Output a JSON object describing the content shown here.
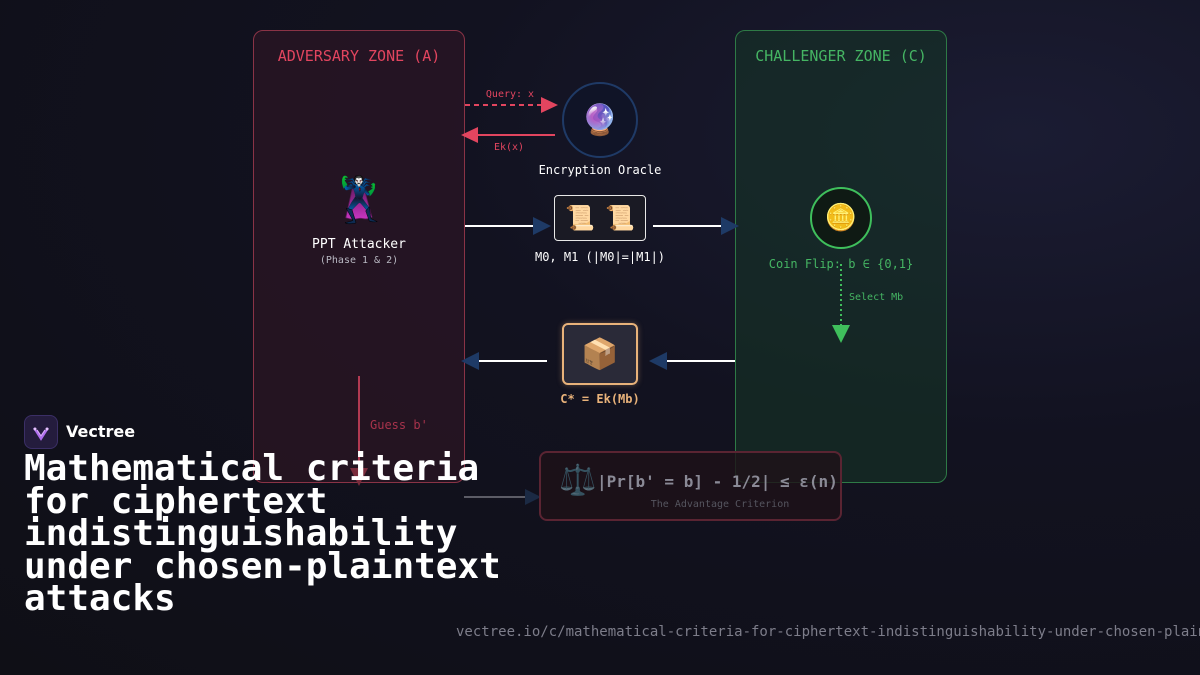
{
  "zones": {
    "adversary_title": "ADVERSARY ZONE (A)",
    "challenger_title": "CHALLENGER ZONE (C)"
  },
  "attacker": {
    "icon": "supervillain-icon",
    "icon_glyph": "🦹",
    "label": "PPT Attacker",
    "sublabel": "(Phase 1 & 2)"
  },
  "oracle": {
    "icon": "crystal-ball-icon",
    "icon_glyph": "🔮",
    "label": "Encryption Oracle",
    "query_label": "Query: x",
    "response_label": "Ek(x)"
  },
  "messages": {
    "icon": "scroll-icon",
    "icon_glyph": "📜",
    "label": "M0, M1 (|M0|=|M1|)"
  },
  "coin": {
    "icon": "coin-icon",
    "icon_glyph": "🪙",
    "label": "Coin Flip: b ∈ {0,1}",
    "select_label": "Select Mb"
  },
  "ciphertext": {
    "icon": "package-icon",
    "icon_glyph": "📦",
    "label": "C* = Ek(Mb)"
  },
  "guess": {
    "label": "Guess b'"
  },
  "criterion": {
    "icon": "balance-scale-icon",
    "icon_glyph": "⚖️",
    "formula": "|Pr[b' = b] - 1/2| ≤ ε(n)",
    "caption": "The Advantage Criterion"
  },
  "brand": {
    "name": "Vectree"
  },
  "title": "Mathematical criteria for ciphertext indistinguishability under chosen-plaintext attacks",
  "url": "vectree.io/c/mathematical-criteria-for-ciphertext-indistinguishability-under-chosen-plaintext-attacks",
  "colors": {
    "adversary": "#e2455f",
    "challenger": "#45b563",
    "arrow_blue": "#1e3a66",
    "cipher_accent": "#e8b27a"
  }
}
